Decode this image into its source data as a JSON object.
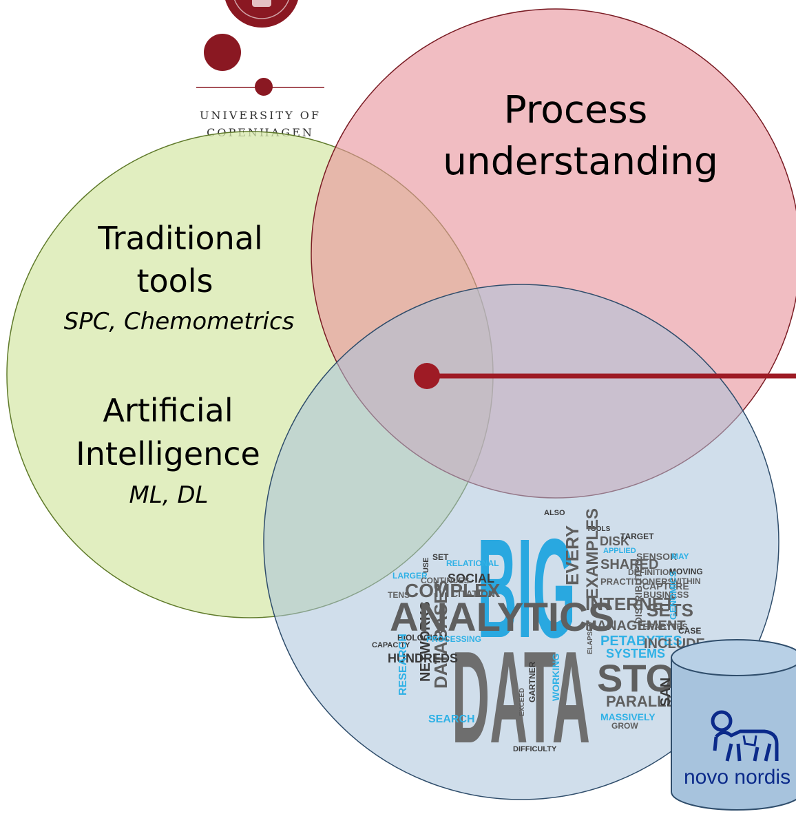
{
  "logo": {
    "university_name_line1": "UNIVERSITY OF",
    "university_name_line2": "COPENHAGEN"
  },
  "venn": {
    "process": {
      "title_line1": "Process",
      "title_line2": "understanding",
      "color": "#e8959c"
    },
    "tools": {
      "traditional_line1": "Traditional",
      "traditional_line2": "tools",
      "traditional_examples": "SPC, Chemometrics",
      "ai_line1": "Artificial",
      "ai_line2": "Intelligence",
      "ai_examples": "ML, DL",
      "color": "#d6e8a8"
    },
    "data": {
      "color": "#b3c9de"
    },
    "connector_color": "#9e1b25"
  },
  "word_cloud": {
    "big": "BIG",
    "data": "DATA",
    "words": [
      "ALSO",
      "TOOLS",
      "DISK",
      "TARGET",
      "APPLIED",
      "SENSOR",
      "MAY",
      "SHARED",
      "DEFINITION",
      "MOVING",
      "EXAMPLES",
      "PRACTITIONERS",
      "CAPTURE",
      "BUSINESS",
      "WITHIN",
      "EVERY",
      "INTERNET",
      "SETS",
      "GENOMICS",
      "MANAGEMENT",
      "TERABYTES",
      "CASE",
      "DISTRIBUTED",
      "PETABYTES",
      "INCLUDE",
      "SYSTEMS",
      "ELAPSED",
      "STORAGE",
      "PARALLEL",
      "SAN",
      "MASSIVELY",
      "GROW",
      "DIFFICULTY",
      "SEARCH",
      "DATABASES",
      "NETWORKS",
      "HUNDREDS",
      "CAPACITY",
      "BIOLOGICAL",
      "PROCESSING",
      "ANALYTICS",
      "COMPLEX",
      "TENS",
      "CITATION",
      "SOCIAL",
      "RELATIONAL",
      "LARGER",
      "SET",
      "USE",
      "CONTINUES",
      "RESEARCH",
      "GARTNER",
      "WORKING",
      "EXCEED"
    ]
  },
  "company": {
    "name": "novo nordis"
  }
}
